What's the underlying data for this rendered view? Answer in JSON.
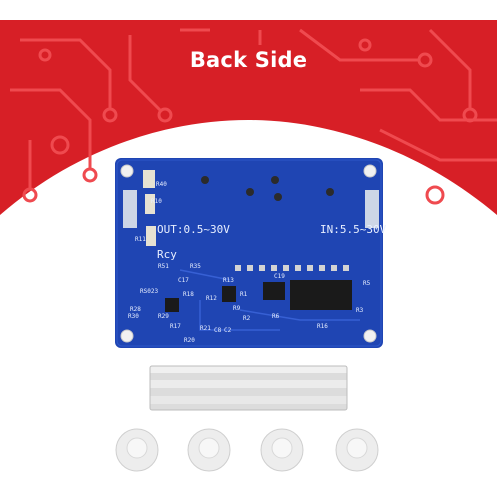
{
  "banner": {
    "title": "Back Side"
  },
  "board": {
    "label_out": "OUT:0.5~30V",
    "label_in": "IN:5.5~30V",
    "label_rcy": "Rcy",
    "component_labels": [
      "R40",
      "R10",
      "R11",
      "R30",
      "R29",
      "R17",
      "R20",
      "R21",
      "R16",
      "C17",
      "C19",
      "R5",
      "R12",
      "R13",
      "R1",
      "R2",
      "R18",
      "R28",
      "R9",
      "R6",
      "R3",
      "C8",
      "C2",
      "R51",
      "R35",
      "RS023"
    ]
  },
  "accessories": {
    "heatsink_count": 1,
    "standoff_count": 4
  },
  "colors": {
    "banner_red": "#d71f26",
    "trace_red": "#ef4a4f",
    "pcb_blue": "#1f45b3",
    "pcb_dark": "#163a9e"
  }
}
